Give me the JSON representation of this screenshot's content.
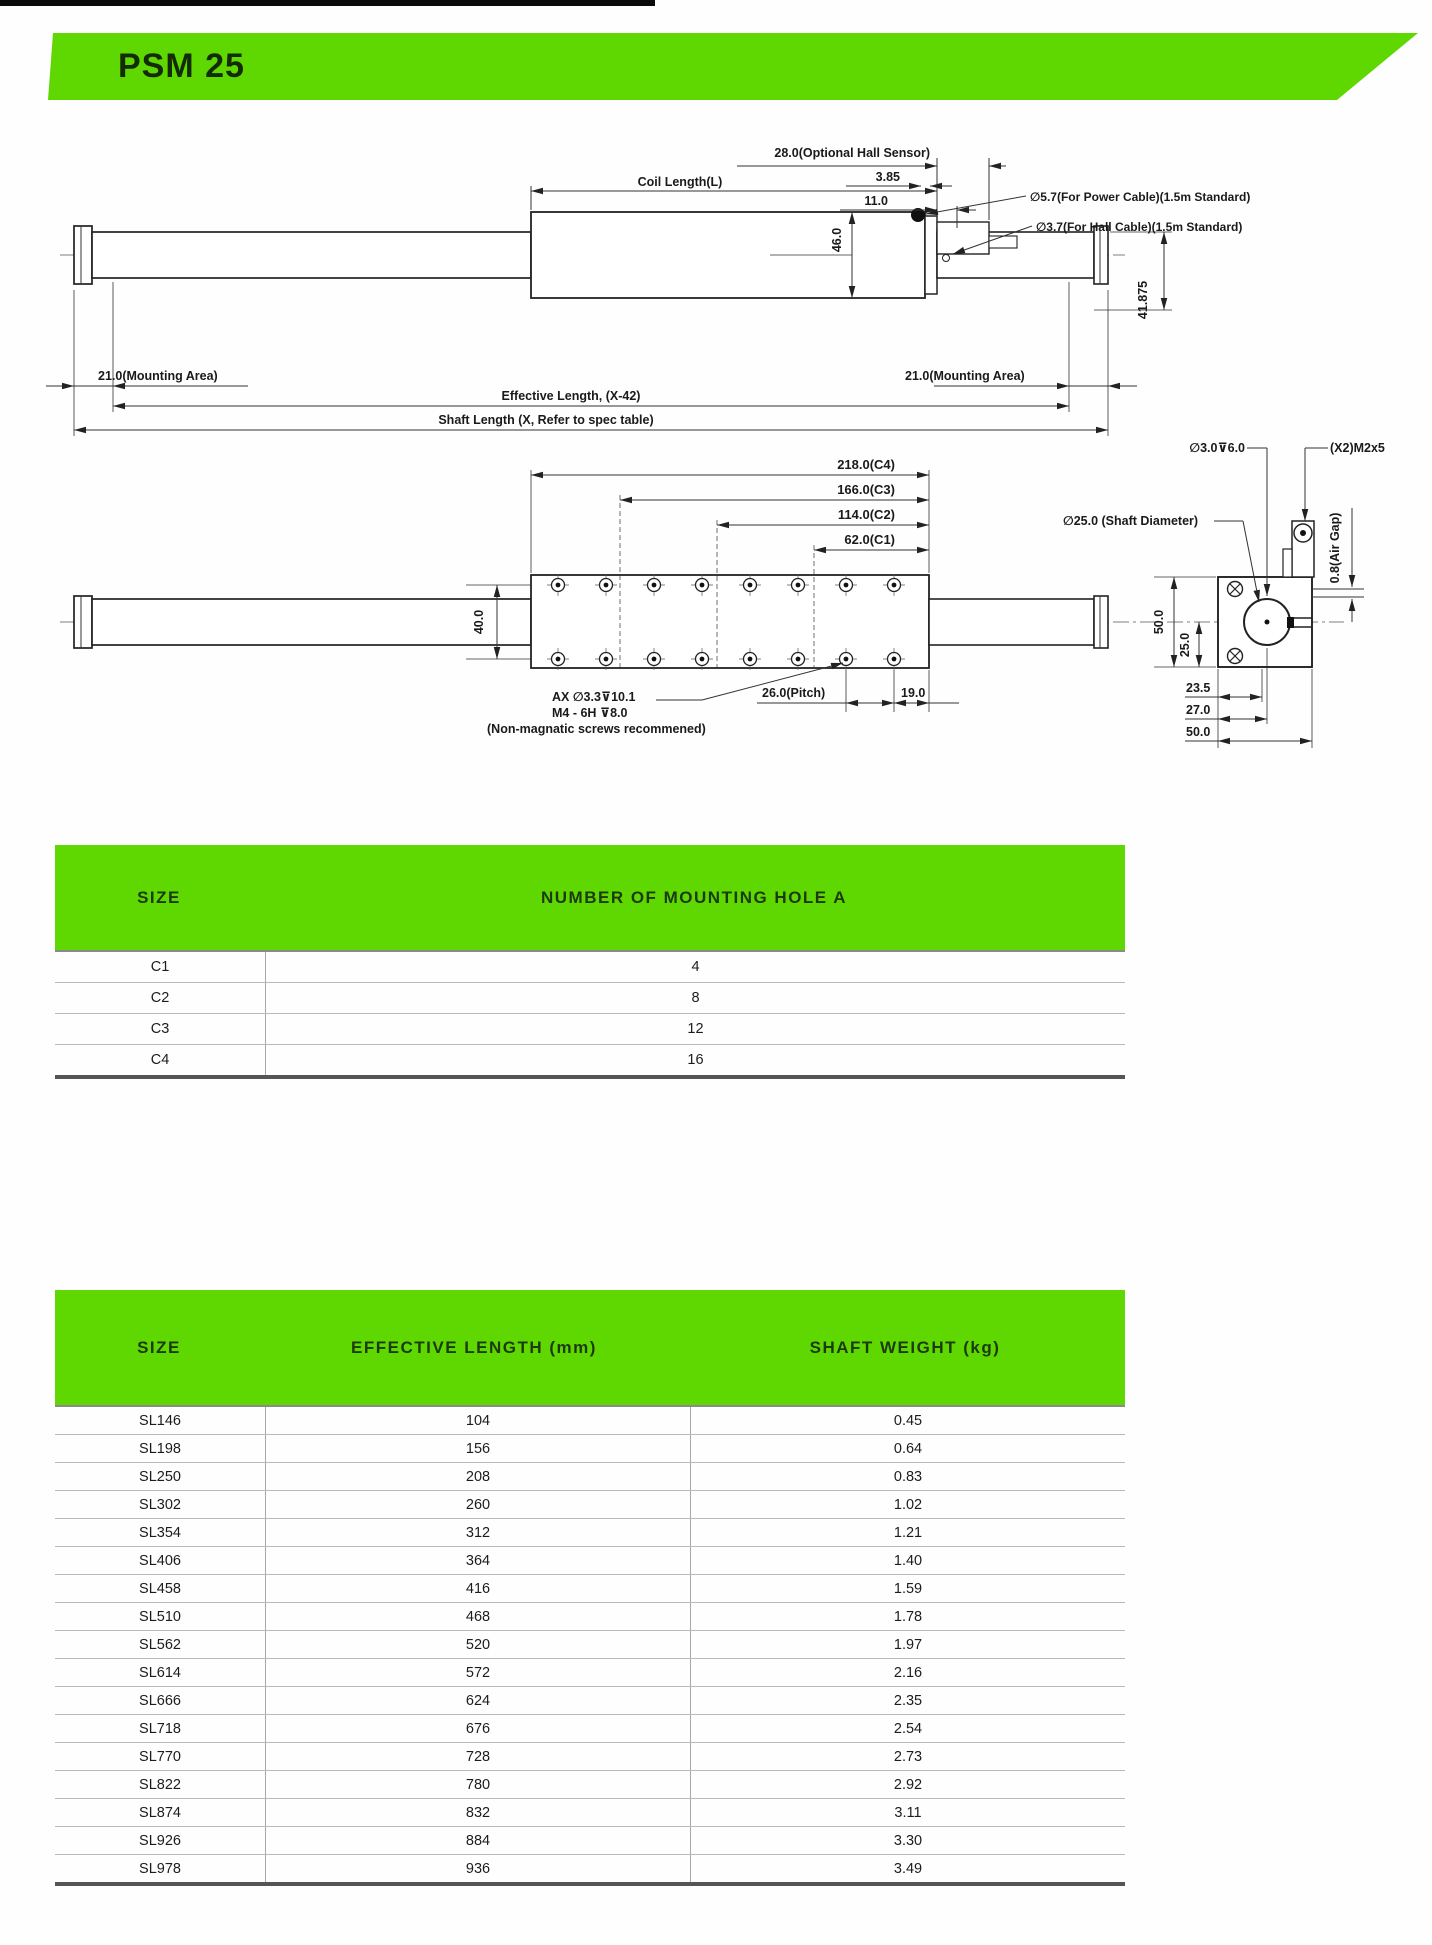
{
  "page": {
    "title": "PSM 25"
  },
  "drawing": {
    "view1": {
      "hall_sensor_dim": "28.0(Optional Hall Sensor)",
      "coil_length": "Coil Length(L)",
      "dim_3_85": "3.85",
      "dim_11_0": "11.0",
      "dim_46_0": "46.0",
      "power_cable": "∅5.7(For Power Cable)(1.5m Standard)",
      "hall_cable": "∅3.7(For Hall Cable)(1.5m Standard)",
      "dim_41_875": "41.875",
      "mounting_left": "21.0(Mounting Area)",
      "mounting_right": "21.0(Mounting Area)",
      "effective_length": "Effective Length, (X-42)",
      "shaft_length": "Shaft Length (X, Refer to spec table)"
    },
    "view2": {
      "dim_c4": "218.0(C4)",
      "dim_c3": "166.0(C3)",
      "dim_c2": "114.0(C2)",
      "dim_c1": "62.0(C1)",
      "dim_40_0": "40.0",
      "ax_hole": "AX ∅3.3⊽10.1",
      "m4_thread": "M4 - 6H ⊽8.0",
      "non_magnetic_note": "(Non-magnatic screws recommened)",
      "pitch": "26.0(Pitch)",
      "dim_19_0": "19.0"
    },
    "section": {
      "hole_3_0": "∅3.0⊽6.0",
      "m2x5": "(X2)M2x5",
      "shaft_diameter": "∅25.0 (Shaft Diameter)",
      "air_gap": "0.8(Air Gap)",
      "dim_50_left": "50.0",
      "dim_25_0": "25.0",
      "dim_23_5": "23.5",
      "dim_27_0": "27.0",
      "dim_50_bottom": "50.0"
    }
  },
  "mounting_table": {
    "headers": [
      "SIZE",
      "NUMBER OF MOUNTING HOLE A"
    ],
    "rows": [
      [
        "C1",
        "4"
      ],
      [
        "C2",
        "8"
      ],
      [
        "C3",
        "12"
      ],
      [
        "C4",
        "16"
      ]
    ]
  },
  "size_table": {
    "headers": [
      "SIZE",
      "EFFECTIVE LENGTH (mm)",
      "SHAFT WEIGHT (kg)"
    ],
    "rows": [
      [
        "SL146",
        "104",
        "0.45"
      ],
      [
        "SL198",
        "156",
        "0.64"
      ],
      [
        "SL250",
        "208",
        "0.83"
      ],
      [
        "SL302",
        "260",
        "1.02"
      ],
      [
        "SL354",
        "312",
        "1.21"
      ],
      [
        "SL406",
        "364",
        "1.40"
      ],
      [
        "SL458",
        "416",
        "1.59"
      ],
      [
        "SL510",
        "468",
        "1.78"
      ],
      [
        "SL562",
        "520",
        "1.97"
      ],
      [
        "SL614",
        "572",
        "2.16"
      ],
      [
        "SL666",
        "624",
        "2.35"
      ],
      [
        "SL718",
        "676",
        "2.54"
      ],
      [
        "SL770",
        "728",
        "2.73"
      ],
      [
        "SL822",
        "780",
        "2.92"
      ],
      [
        "SL874",
        "832",
        "3.11"
      ],
      [
        "SL926",
        "884",
        "3.30"
      ],
      [
        "SL978",
        "936",
        "3.49"
      ]
    ]
  },
  "colors": {
    "accent_green": "#5fd802",
    "header_text": "#1c3a0d"
  }
}
